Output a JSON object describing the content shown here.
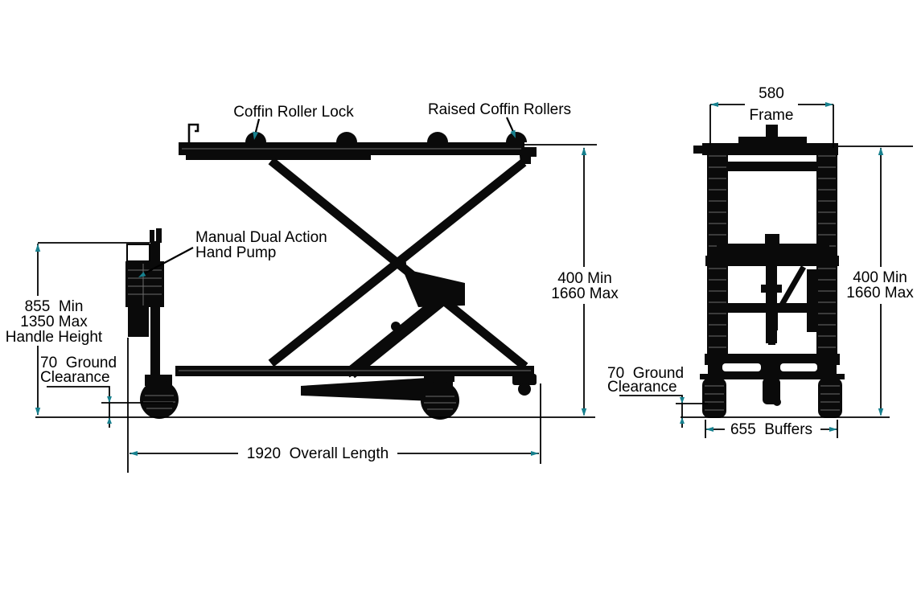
{
  "colors": {
    "ink": "#000000",
    "accent": "#17808E",
    "background": "#FFFFFF"
  },
  "side_view": {
    "callouts": {
      "coffin_roller_lock": "Coffin Roller Lock",
      "raised_coffin_rollers": "Raised Coffin Rollers",
      "hand_pump_line1": "Manual Dual Action",
      "hand_pump_line2": "Hand Pump"
    },
    "dimensions": {
      "handle_height_min": "855  Min",
      "handle_height_max": "1350 Max",
      "handle_height_label": "Handle Height",
      "ground_clearance_value": "70  Ground",
      "ground_clearance_label": "Clearance",
      "overall_length": "1920  Overall Length",
      "platform_height_min": "400 Min",
      "platform_height_max": "1660 Max"
    }
  },
  "front_view": {
    "dimensions": {
      "frame_width_value": "580",
      "frame_width_label": "Frame",
      "platform_height_min": "400 Min",
      "platform_height_max": "1660 Max",
      "ground_clearance_value": "70  Ground",
      "ground_clearance_label": "Clearance",
      "buffer_width": "655  Buffers"
    }
  }
}
